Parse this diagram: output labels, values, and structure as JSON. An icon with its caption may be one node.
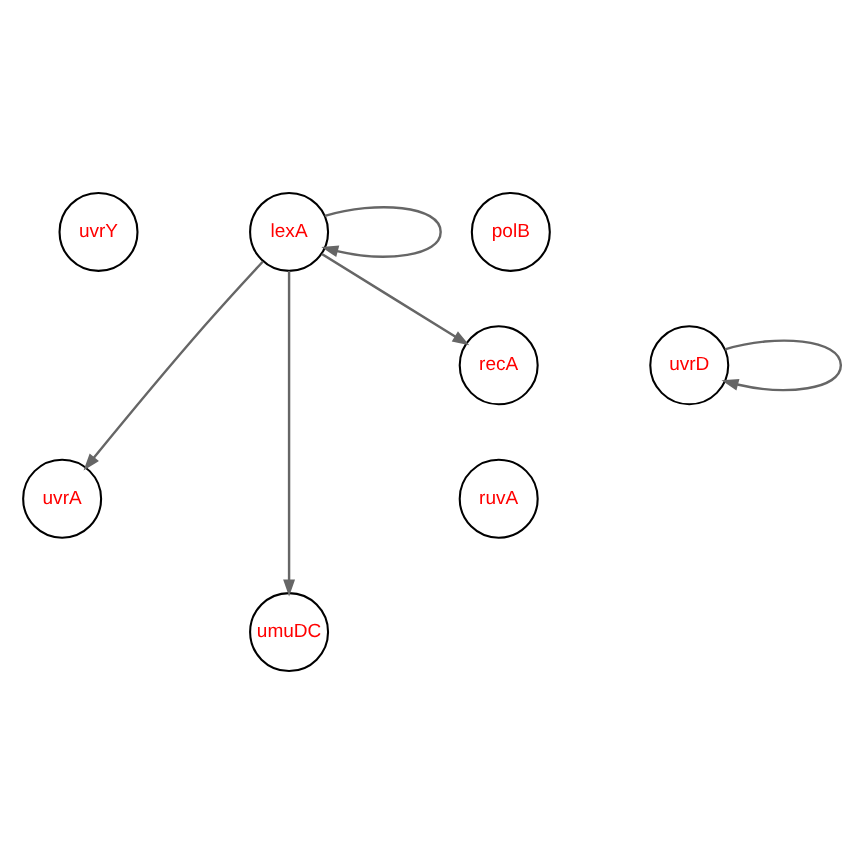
{
  "diagram": {
    "nodes": [
      {
        "text": [
          "lexA"
        ]
      },
      {
        "text": [
          "uvrY"
        ]
      },
      {
        "text": [
          "polB"
        ]
      },
      {
        "text": [
          "uvrD"
        ]
      },
      {
        "text": [
          "recA"
        ]
      },
      {
        "text": [
          "uvrA"
        ]
      },
      {
        "text": [
          "ruvA"
        ]
      },
      {
        "text": [
          "umuDC"
        ]
      }
    ],
    "edges": [
      {
        "from": 0,
        "to": 0,
        "arrow": "to"
      },
      {
        "from": 3,
        "to": 3,
        "arrow": "to"
      },
      {
        "from": 0,
        "to": 4,
        "arrow": "to"
      },
      {
        "from": 0,
        "to": 5,
        "arrow": "to"
      },
      {
        "from": 0,
        "to": 7,
        "arrow": "to"
      }
    ]
  }
}
